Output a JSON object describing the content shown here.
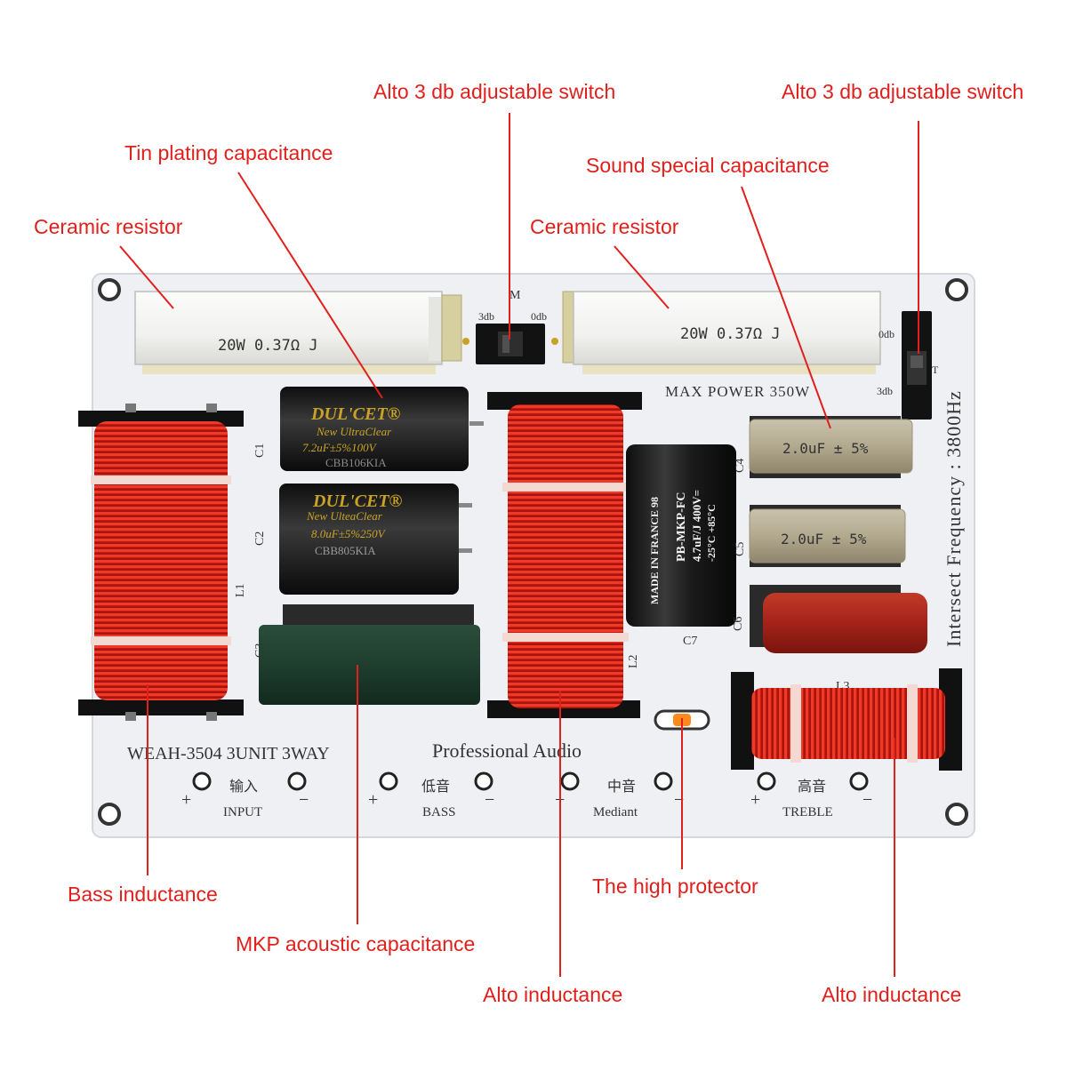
{
  "callouts": {
    "switch_m": "Alto 3 db adjustable switch",
    "switch_t": "Alto 3 db adjustable switch",
    "tin_cap": "Tin plating capacitance",
    "sound_cap": "Sound special capacitance",
    "ceramic_left": "Ceramic resistor",
    "ceramic_right": "Ceramic resistor",
    "bass_ind": "Bass inductance",
    "mkp_cap": "MKP acoustic capacitance",
    "alto_ind_mid": "Alto inductance",
    "protector": "The high protector",
    "alto_ind_right": "Alto inductance"
  },
  "board": {
    "model": "WEAH-3504  3UNIT 3WAY",
    "brand": "Professional Audio",
    "max_power": "MAX POWER 350W",
    "frequency": "Intersect  Frequency : 3800Hz",
    "resistor_label": "20W 0.37Ω J",
    "switch_top": "M",
    "switch_left": "3db",
    "switch_right": "0db",
    "switch2_top": "0db",
    "switch2_t": "T",
    "switch2_bottom": "3db",
    "designators": {
      "c1": "C1",
      "c2": "C2",
      "c3": "C3",
      "c4": "C4",
      "c5": "C5",
      "c6": "C6",
      "c7": "C7",
      "l1": "L1",
      "l2": "L2",
      "l3": "L3"
    },
    "cap_c1": {
      "brand": "DUL'CET®",
      "line": "New UltraClear",
      "value": "7.2uF±5%100V",
      "part": "CBB106KIA"
    },
    "cap_c2": {
      "brand": "DUL'CET®",
      "line": "New UlteaClear",
      "value": "8.0uF±5%250V",
      "part": "CBB805KIA"
    },
    "cap_c7": {
      "l1": "PB-MKP-FC",
      "l2": "4.7uF/J 400V=",
      "l3": "-25°C +85°C",
      "l4": "MADE IN FRANCE 98"
    },
    "cap_sand1": "2.0uF ± 5%",
    "cap_sand2": "2.0uF ± 5%",
    "terminals": {
      "input_cn": "输入",
      "input_en": "INPUT",
      "bass_cn": "低音",
      "bass_en": "BASS",
      "mid_cn": "中音",
      "mid_en": "Mediant",
      "treble_cn": "高音",
      "treble_en": "TREBLE",
      "plus": "+",
      "minus": "−"
    }
  },
  "colors": {
    "callout": "#e0201c",
    "board": "#eef0f3",
    "copper": "#d8221a",
    "cap_black": "#1b1b1b",
    "cap_gold": "#c9a227"
  }
}
